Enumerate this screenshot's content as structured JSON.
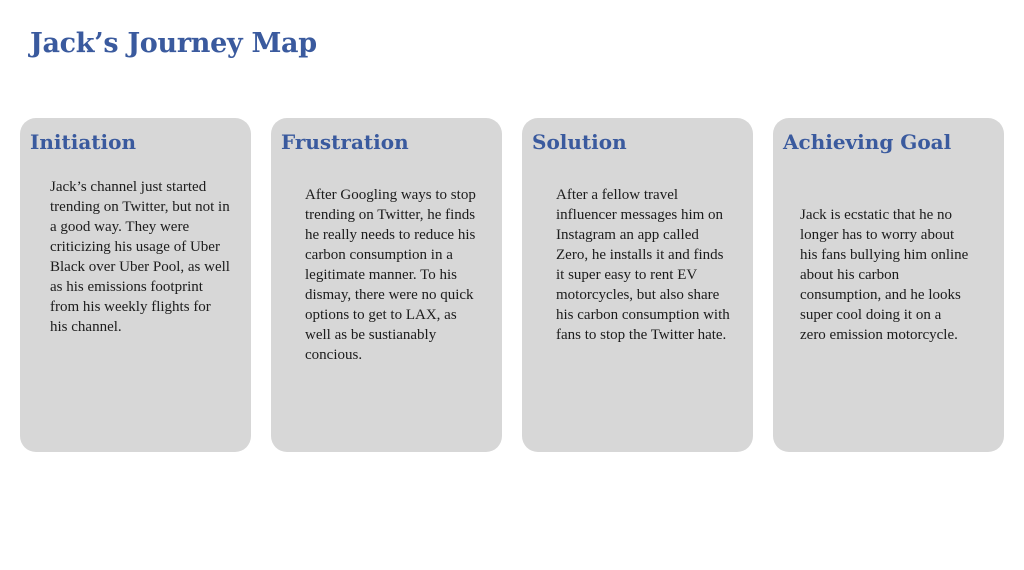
{
  "title": "Jack’s Journey Map",
  "stages": [
    {
      "heading": "Initiation",
      "body": "Jack’s channel just started trending on Twitter, but not in a good way. They were criticizing his usage of Uber Black over Uber Pool, as well as his emissions footprint from his weekly flights for his channel."
    },
    {
      "heading": "Frustration",
      "body": "After Googling ways to stop trending on Twitter, he finds he really needs to reduce his carbon consumption in a legitimate manner. To his dismay, there were no quick options to get to LAX, as well as be sustianably concious."
    },
    {
      "heading": "Solution",
      "body": "After a fellow travel influencer messages him on Instagram an app called Zero, he installs it and finds it super easy to rent EV motorcycles, but also share his carbon consumption with fans to stop the Twitter hate."
    },
    {
      "heading": "Achieving Goal",
      "body": "Jack is ecstatic that he no longer has to worry about his fans bullying him online about his carbon consumption, and he looks super cool doing it on a zero emission motorcycle."
    }
  ],
  "colors": {
    "accent": "#3a5a9e",
    "card_background": "#d7d7d7",
    "body_text": "#1c1c1c"
  }
}
